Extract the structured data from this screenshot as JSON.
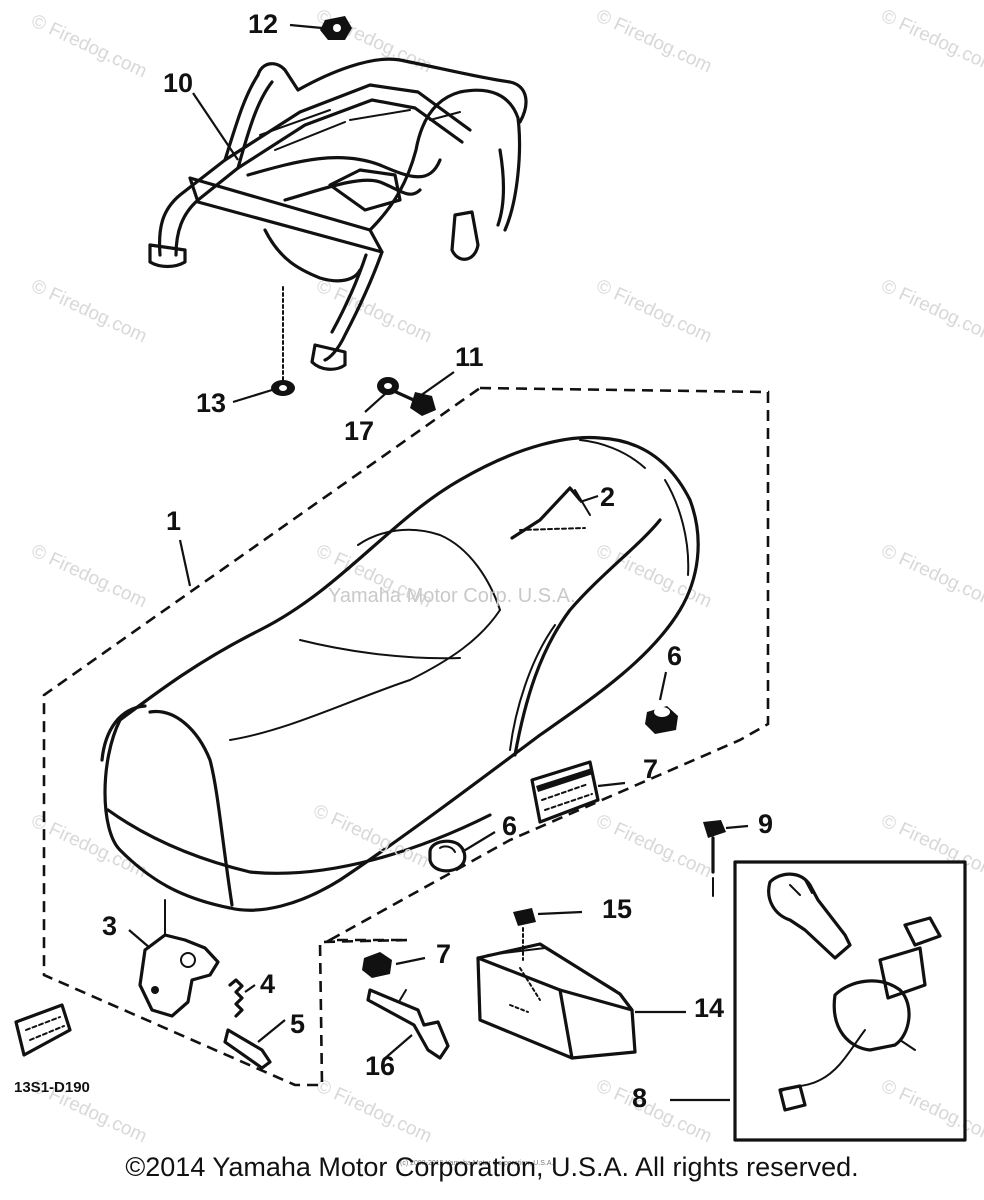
{
  "callouts": {
    "c1": "1",
    "c2": "2",
    "c3": "3",
    "c4": "4",
    "c5": "5",
    "c6a": "6",
    "c6b": "6",
    "c7a": "7",
    "c7b": "7",
    "c8": "8",
    "c9": "9",
    "c10": "10",
    "c11": "11",
    "c12": "12",
    "c13": "13",
    "c14": "14",
    "c15": "15",
    "c16": "16",
    "c17": "17"
  },
  "diagram_code": "13S1-D190",
  "brand_watermark": "Yamaha Motor Corp. U.S.A.",
  "site_watermark": "© Firedog.com",
  "tiny_credit": "(c) 2003-2015 Yamaha Motor Corporation, U.S.A.",
  "footer": "©2014 Yamaha Motor Corporation, U.S.A. All rights reserved."
}
